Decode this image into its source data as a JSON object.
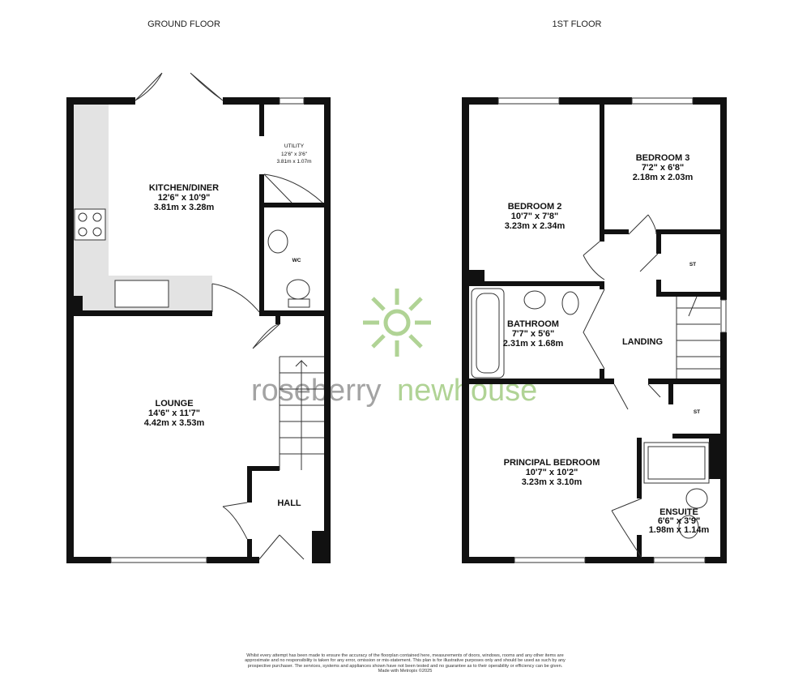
{
  "floors": [
    {
      "title": "GROUND FLOOR",
      "rooms": [
        {
          "name": "KITCHEN/DINER",
          "imperial": "12'6\" x 10'9\"",
          "metric": "3.81m x 3.28m"
        },
        {
          "name": "UTILITY",
          "imperial": "12'6\" x 3'6\"",
          "metric": "3.81m x 1.07m"
        },
        {
          "name": "WC"
        },
        {
          "name": "LOUNGE",
          "imperial": "14'6\" x 11'7\"",
          "metric": "4.42m x 3.53m"
        },
        {
          "name": "HALL"
        }
      ]
    },
    {
      "title": "1ST FLOOR",
      "rooms": [
        {
          "name": "BEDROOM 2",
          "imperial": "10'7\" x 7'8\"",
          "metric": "3.23m x 2.34m"
        },
        {
          "name": "BEDROOM 3",
          "imperial": "7'2\" x 6'8\"",
          "metric": "2.18m x 2.03m"
        },
        {
          "name": "ST"
        },
        {
          "name": "BATHROOM",
          "imperial": "7'7\" x 5'6\"",
          "metric": "2.31m x 1.68m"
        },
        {
          "name": "LANDING"
        },
        {
          "name": "ST"
        },
        {
          "name": "PRINCIPAL BEDROOM",
          "imperial": "10'7\" x 10'2\"",
          "metric": "3.23m x 3.10m"
        },
        {
          "name": "ENSUITE",
          "imperial": "6'6\" x 3'9\"",
          "metric": "1.98m x 1.14m"
        }
      ]
    }
  ],
  "watermark": {
    "part1": "roseberry",
    "part2": "newhouse",
    "color1": "#9a9a9a",
    "color2": "#a8cf8a"
  },
  "colors": {
    "wall": "#111111",
    "worktop": "#e3e3e3"
  },
  "disclaimer": "Whilst every attempt has been made to ensure the accuracy of the floorplan contained here, measurements of doors, windows, rooms and any other items are approximate and no responsibility is taken for any error, omission or mis-statement. This plan is for illustrative purposes only and should be used as such by any prospective purchaser. The services, systems and appliances shown have not been tested and no guarantee as to their operability or efficiency can be given.",
  "credit": "Made with Metropix ©2025"
}
